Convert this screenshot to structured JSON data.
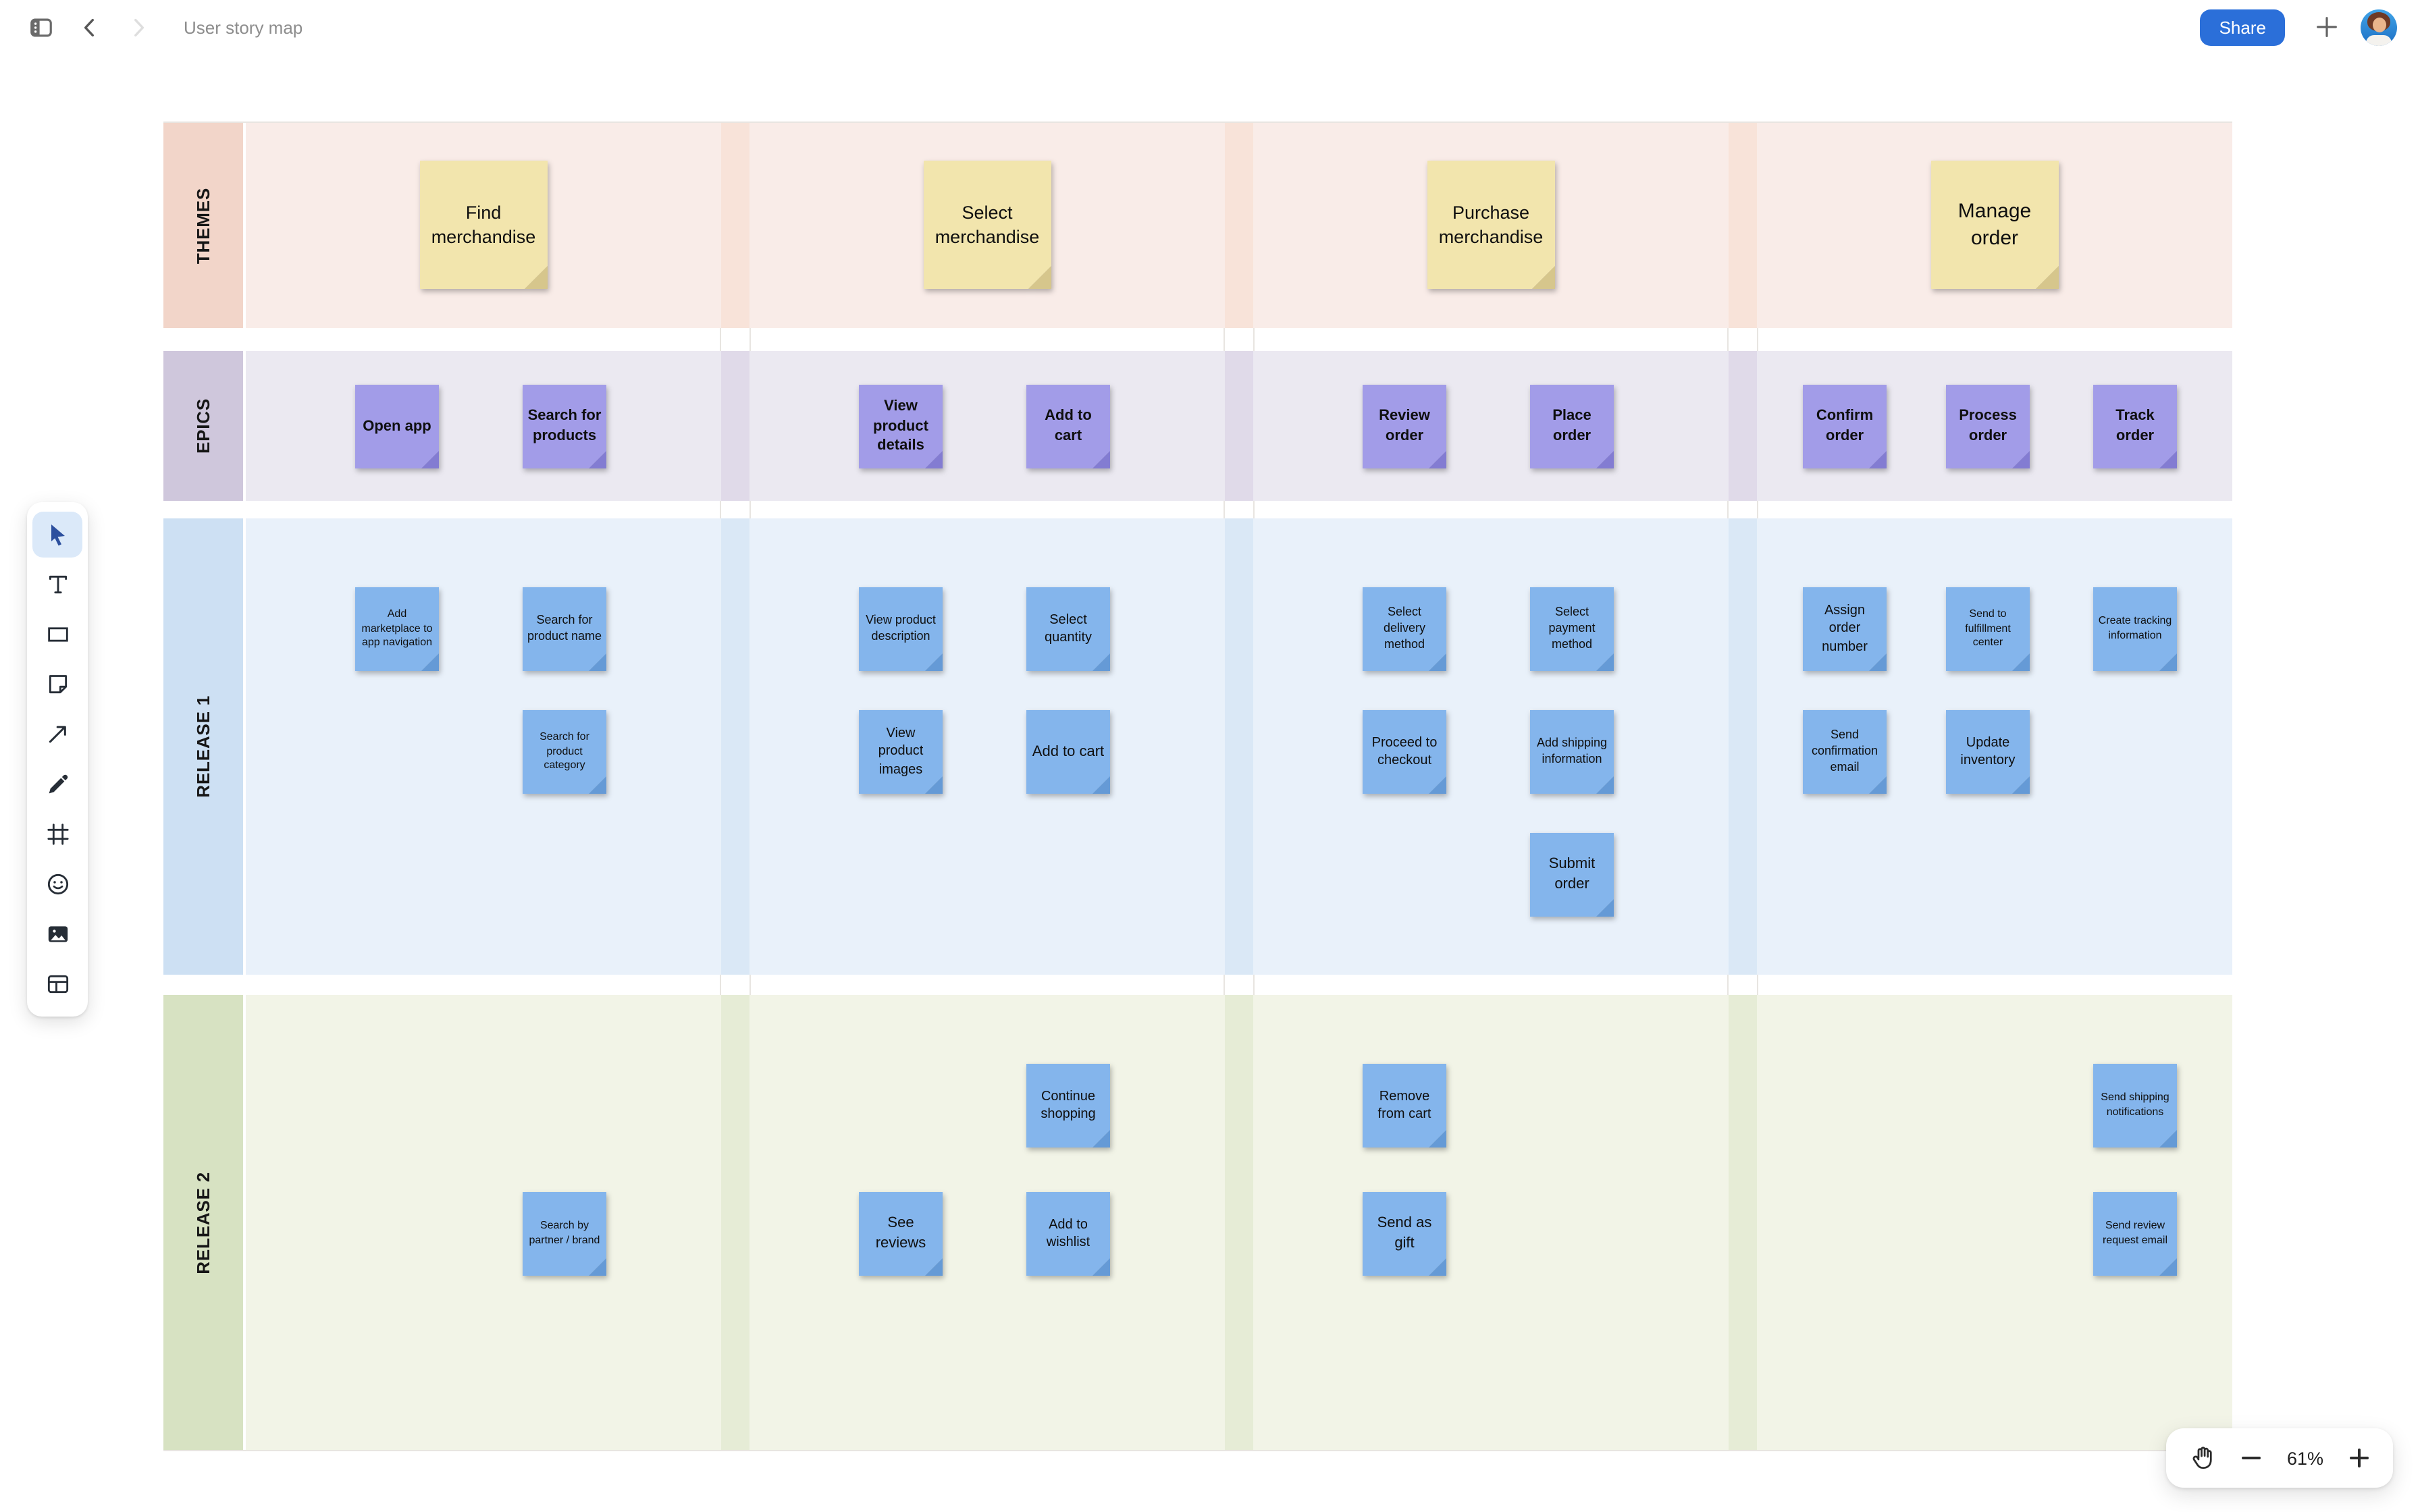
{
  "topbar": {
    "title": "User story map",
    "share_label": "Share"
  },
  "toolbar": {
    "selected_tool": "select",
    "tools": [
      "select",
      "text",
      "shape",
      "sticky-note",
      "arrow",
      "marker",
      "frame",
      "sticker",
      "image",
      "table"
    ]
  },
  "zoom_controls": {
    "level": "61%"
  },
  "colors": {
    "share_button": "#2b6fd9",
    "selected_tool_bg": "#dbe9f9",
    "topbar_title": "#8d8d8d",
    "sticky_yellow": "#f2e5ad",
    "sticky_yellow_fold": "#d6c68c",
    "sticky_purple": "#a29ce8",
    "sticky_purple_fold": "#837cd2",
    "sticky_blue": "#84b5ec",
    "sticky_blue_fold": "#659ad6"
  },
  "board": {
    "rows": [
      {
        "label": "THEMES",
        "band": "#f9ece8",
        "header": "#f2d5c9",
        "gap": "#f8e3d9"
      },
      {
        "label": "EPICS",
        "band": "#ebe9f1",
        "header": "#cfc7dc",
        "gap": "#e0dae9"
      },
      {
        "label": "RELEASE 1",
        "band": "#e9f1fa",
        "header": "#cde0f3",
        "gap": "#dae8f6"
      },
      {
        "label": "RELEASE 2",
        "band": "#f2f4e7",
        "header": "#d7e2c2",
        "gap": "#e6ecd6"
      }
    ],
    "groups": [
      {
        "theme": "Find merchandise",
        "columns": [
          {
            "epic": "Open app",
            "release1": [
              "Add marketplace to app navigation"
            ],
            "release2": []
          },
          {
            "epic": "Search for products",
            "release1": [
              "Search for product name",
              "Search for product category"
            ],
            "release2": [
              null,
              "Search by partner / brand"
            ]
          }
        ]
      },
      {
        "theme": "Select merchandise",
        "columns": [
          {
            "epic": "View product details",
            "release1": [
              "View product description",
              "View product images"
            ],
            "release2": [
              null,
              "See reviews"
            ]
          },
          {
            "epic": "Add to cart",
            "release1": [
              "Select quantity",
              "Add to cart"
            ],
            "release2": [
              "Continue shopping",
              "Add to wishlist"
            ]
          }
        ]
      },
      {
        "theme": "Purchase merchandise",
        "columns": [
          {
            "epic": "Review order",
            "release1": [
              "Select delivery method",
              "Proceed to checkout"
            ],
            "release2": [
              "Remove from cart",
              "Send as gift"
            ]
          },
          {
            "epic": "Place order",
            "release1": [
              "Select payment method",
              "Add shipping information",
              "Submit order"
            ],
            "release2": []
          }
        ]
      },
      {
        "theme": "Manage order",
        "columns": [
          {
            "epic": "Confirm order",
            "release1": [
              "Assign order number",
              "Send confirmation email"
            ],
            "release2": []
          },
          {
            "epic": "Process order",
            "release1": [
              "Send to fulfillment center",
              "Update inventory"
            ],
            "release2": []
          },
          {
            "epic": "Track order",
            "release1": [
              "Create tracking information"
            ],
            "release2": [
              "Send shipping notifications",
              "Send review request email"
            ]
          }
        ]
      }
    ]
  }
}
